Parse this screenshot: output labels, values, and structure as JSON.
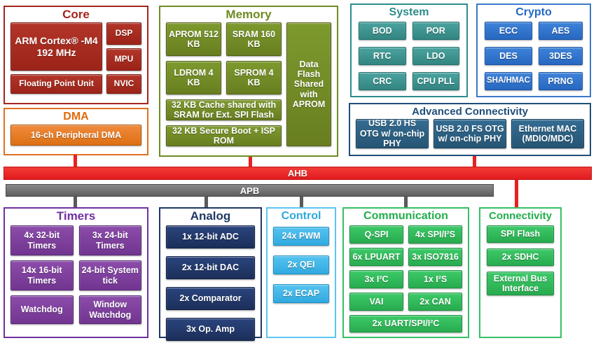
{
  "palette": {
    "core_red": "#A6261F",
    "dma_orange": "#E07020",
    "memory_olive": "#6F8C25",
    "system_teal": "#37918E",
    "crypto_blue": "#2E74CB",
    "advanced_connectivity_steel": "#2A5E80",
    "ahb_red": "#EE2424",
    "apb_gray": "#6A6A6A",
    "timers_purple": "#7C3F9A",
    "analog_navy": "#203864",
    "control_cyan": "#3FB9EB",
    "communication_green": "#2FBD5D"
  },
  "buses": {
    "ahb_label": "AHB",
    "apb_label": "APB"
  },
  "sections": {
    "core": {
      "title": "Core",
      "blocks": {
        "arm_line1": "ARM Cortex® -M4",
        "arm_line2": "192 MHz",
        "dsp": "DSP",
        "mpu": "MPU",
        "fpu": "Floating Point Unit",
        "nvic": "NVIC"
      }
    },
    "dma": {
      "title": "DMA",
      "blocks": {
        "pdma": "16-ch Peripheral DMA"
      }
    },
    "memory": {
      "title": "Memory",
      "blocks": {
        "aprom": "APROM 512 KB",
        "sram": "SRAM 160 KB",
        "ldrom": "LDROM 4 KB",
        "sprom": "SPROM 4 KB",
        "cache": "32 KB Cache shared with SRAM for Ext. SPI Flash",
        "secure_boot": "32 KB Secure Boot + ISP ROM",
        "data_flash": "Data Flash Shared with APROM"
      }
    },
    "system": {
      "title": "System",
      "blocks": {
        "bod": "BOD",
        "por": "POR",
        "rtc": "RTC",
        "ldo": "LDO",
        "crc": "CRC",
        "cpu_pll": "CPU PLL"
      }
    },
    "crypto": {
      "title": "Crypto",
      "blocks": {
        "ecc": "ECC",
        "aes": "AES",
        "des": "DES",
        "tdes": "3DES",
        "sha_hmac": "SHA/HMAC",
        "prng": "PRNG"
      }
    },
    "advanced_connectivity": {
      "title": "Advanced Connectivity",
      "blocks": {
        "usb_hs": "USB 2.0 HS OTG w/ on-chip PHY",
        "usb_fs": "USB 2.0 FS OTG w/ on-chip PHY",
        "ethernet": "Ethernet MAC (MDIO/MDC)"
      }
    },
    "timers": {
      "title": "Timers",
      "blocks": {
        "t32": "4x 32-bit Timers",
        "t24": "3x 24-bit Timers",
        "t16": "14x 16-bit Timers",
        "systick": "24-bit System tick",
        "watchdog": "Watchdog",
        "window_watchdog": "Window Watchdog"
      }
    },
    "analog": {
      "title": "Analog",
      "blocks": {
        "adc": "1x 12-bit ADC",
        "dac": "2x 12-bit DAC",
        "comparator": "2x Comparator",
        "opamp": "3x Op. Amp"
      }
    },
    "control": {
      "title": "Control",
      "blocks": {
        "pwm": "24x PWM",
        "qei": "2x QEI",
        "ecap": "2x ECAP"
      }
    },
    "communication": {
      "title": "Communication",
      "blocks": {
        "qspi": "Q-SPI",
        "spi_i2s": "4x SPI/I²S",
        "lpuart": "6x LPUART",
        "iso7816": "3x ISO7816",
        "i2c": "3x I²C",
        "i2s": "1x I²S",
        "vai": "VAI",
        "can": "2x CAN",
        "uart_spi_i2c": "2x UART/SPI/I²C"
      }
    },
    "connectivity": {
      "title": "Connectivity",
      "blocks": {
        "spi_flash": "SPI Flash",
        "sdhc": "2x SDHC",
        "ebi": "External Bus Interface"
      }
    }
  }
}
